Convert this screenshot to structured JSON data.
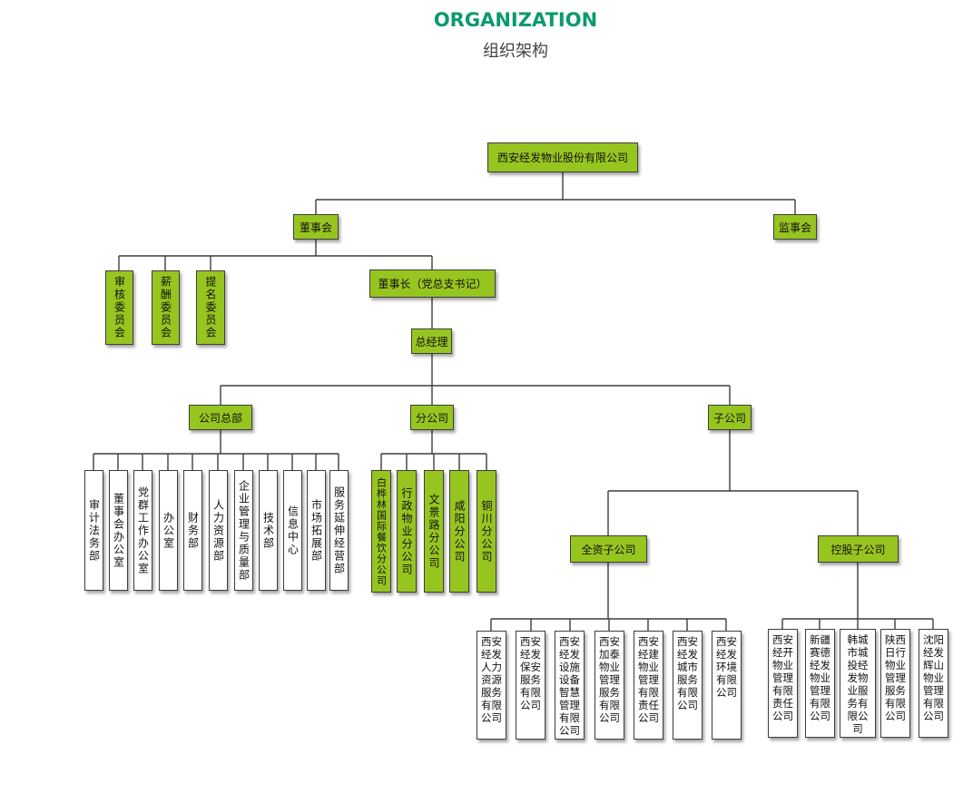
{
  "header": {
    "title": "ORGANIZATION",
    "subtitle": "组织架构"
  },
  "colors": {
    "accent_green": "#97c51f",
    "title_green": "#0b9a6e",
    "line": "#3d3d3d"
  },
  "org": {
    "root": "西安经发物业股份有限公司",
    "board": "董事会",
    "supervisory": "监事会",
    "committees": [
      "审核委员会",
      "薪酬委员会",
      "提名委员会"
    ],
    "chairman": "董事长（党总支书记）",
    "general_manager": "总经理",
    "hq": "公司总部",
    "branches": "分公司",
    "subsidiaries": "子公司",
    "hq_departments": [
      "审计法务部",
      "董事会办公室",
      "党群工作办公室",
      "办公室",
      "财务部",
      "人力资源部",
      "企业管理与质量部",
      "技术部",
      "信息中心",
      "市场拓展部",
      "服务延伸经营部"
    ],
    "branch_list": [
      "白桦林国际餐饮分公司",
      "行政物业分公司",
      "文景路分公司",
      "咸阳分公司",
      "铜川分公司"
    ],
    "wholly_owned": "全资子公司",
    "holding": "控股子公司",
    "wholly_owned_list": [
      "西安经发人力资源服务有限公司",
      "西安经发保安服务有限公司",
      "西安经发设施设备智慧管理有限公司",
      "西安加泰物业管理服务有限公司",
      "西安经建物业管理有限责任公司",
      "西安经发城市服务有限公司",
      "西安经发环境有限公司"
    ],
    "holding_list": [
      "西安经开物业管理有限责任公司",
      "新疆赛德经发物业管理有限公司",
      "韩城市城投经发物业服务有限公司",
      "陕西日行物业管理服务有限公司",
      "沈阳经发辉山物业管理有限公司"
    ]
  }
}
